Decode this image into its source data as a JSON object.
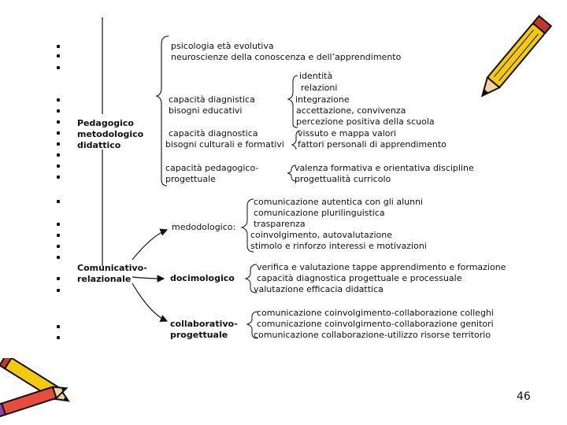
{
  "block1": {
    "line1": "psicologia età evolutiva",
    "line2": "neuroscienze della conoscenza e dell’apprendimento"
  },
  "pedagogico_label": [
    "Pedagogico",
    "metodologico",
    "didattico"
  ],
  "comunicativo_label": [
    "Comunicativo-",
    "relazionale"
  ],
  "identita": [
    "identità",
    "relazioni",
    "integrazione",
    "accettazione, convivenza",
    "percezione positiva della scuola"
  ],
  "diagnostica_edu": [
    "capacità diagnistica",
    "bisogni educativi"
  ],
  "diagnostica_cult": [
    "capacità diagnostica",
    "bisogni culturali e formativi"
  ],
  "vissuto": [
    "vissuto e mappa valori",
    "fattori personali di apprendimento"
  ],
  "progettuale": [
    "capacità pedagogico-",
    "progettuale"
  ],
  "valenza": [
    "valenza formativa e orientativa discipline",
    "progettualità curricolo"
  ],
  "metodologico_label": "medodologico:",
  "metodologico_items": [
    "comunicazione autentica con gli alunni",
    "comunicazione plurilinguistica",
    "trasparenza",
    "coinvolgimento,  autovalutazione",
    "stimolo e rinforzo interessi e motivazioni"
  ],
  "docimologico_label": "docimologico",
  "docimologico_items": [
    "verifica e valutazione tappe apprendimento e formazione",
    "capacità diagnostica progettuale e processuale",
    "valutazione efficacia didattica"
  ],
  "collaborativo_label": [
    "collaborativo-",
    "progettuale"
  ],
  "collaborativo_items": [
    "comunicazione coinvolgimento-collaborazione colleghi",
    "comunicazione coinvolgimento-collaborazione genitori",
    "comunicazione collaborazione-utilizzo risorse territorio"
  ],
  "page_number": "46",
  "icons": {
    "top_right": "pencil-icon",
    "bottom_left": "pencils-icon"
  }
}
